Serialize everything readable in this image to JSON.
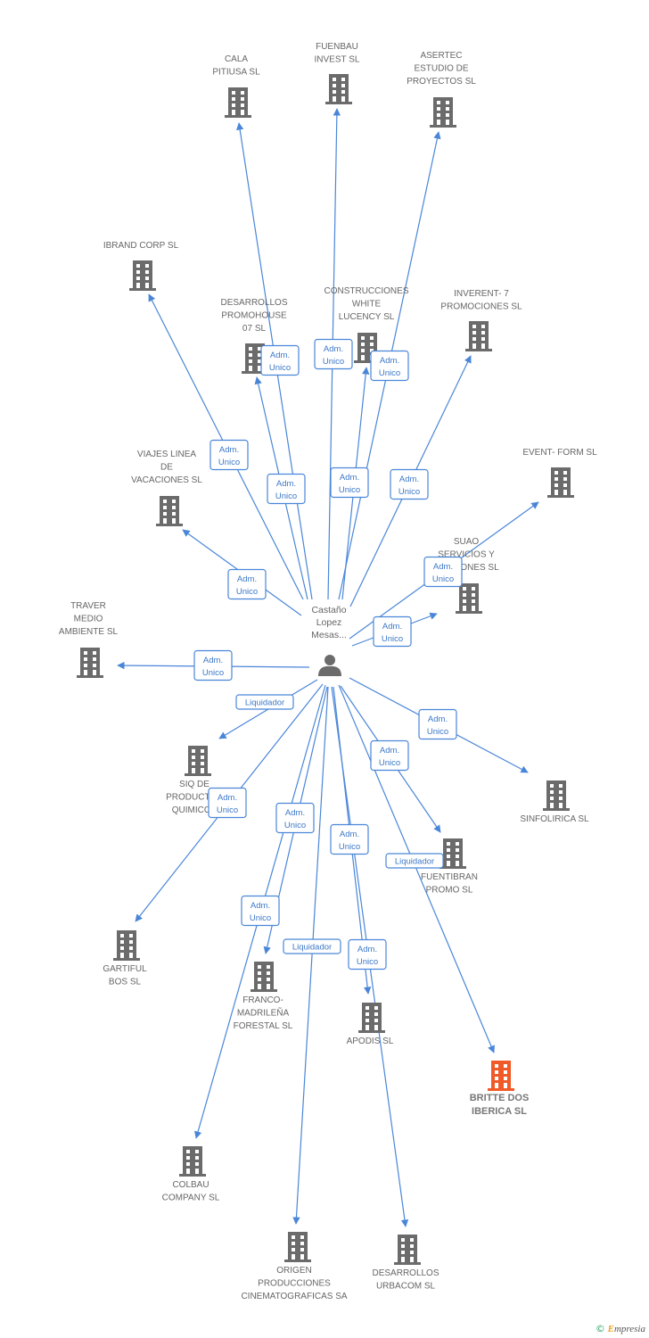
{
  "center": {
    "name_lines": [
      "Castaño",
      "Lopez",
      "Mesas..."
    ],
    "icon": "person-icon"
  },
  "companies": [
    {
      "id": "cala",
      "lines": [
        "CALA",
        "PITIUSA SL"
      ],
      "icon": "building-icon"
    },
    {
      "id": "fuenbau",
      "lines": [
        "FUENBAU",
        "INVEST SL"
      ],
      "icon": "building-icon"
    },
    {
      "id": "asertec",
      "lines": [
        "ASERTEC",
        "ESTUDIO DE",
        "PROYECTOS SL"
      ],
      "icon": "building-icon"
    },
    {
      "id": "ibrand",
      "lines": [
        "IBRAND CORP SL"
      ],
      "icon": "building-icon"
    },
    {
      "id": "promohouse",
      "lines": [
        "DESARROLLOS",
        "PROMOHOUSE",
        "07 SL"
      ],
      "icon": "building-icon"
    },
    {
      "id": "construcciones",
      "lines": [
        "CONSTRUCCIONES",
        "WHITE",
        "LUCENCY SL"
      ],
      "icon": "building-icon"
    },
    {
      "id": "inverent",
      "lines": [
        "INVERENT- 7",
        "PROMOCIONES SL"
      ],
      "icon": "building-icon"
    },
    {
      "id": "event",
      "lines": [
        "EVENT- FORM SL"
      ],
      "icon": "building-icon"
    },
    {
      "id": "viajes",
      "lines": [
        "VIAJES LINEA",
        "DE",
        "VACACIONES SL"
      ],
      "icon": "building-icon"
    },
    {
      "id": "suao",
      "lines": [
        "SUAO",
        "SERVICIOS Y",
        "GESTIONES SL"
      ],
      "icon": "building-icon"
    },
    {
      "id": "traver",
      "lines": [
        "TRAVER",
        "MEDIO",
        "AMBIENTE SL"
      ],
      "icon": "building-icon"
    },
    {
      "id": "siq",
      "lines": [
        "SIQ DE",
        "PRODUCTOS",
        "QUIMICOS"
      ],
      "icon": "building-icon"
    },
    {
      "id": "sinfolirica",
      "lines": [
        "SINFOLIRICA SL"
      ],
      "icon": "building-icon"
    },
    {
      "id": "fuentibran",
      "lines": [
        "FUENTIBRAN",
        "PROMO SL"
      ],
      "icon": "building-icon"
    },
    {
      "id": "gartiful",
      "lines": [
        "GARTIFUL",
        "BOS  SL"
      ],
      "icon": "building-icon"
    },
    {
      "id": "franco",
      "lines": [
        "FRANCO-",
        "MADRILEÑA",
        "FORESTAL SL"
      ],
      "icon": "building-icon"
    },
    {
      "id": "apodis",
      "lines": [
        "APODIS SL"
      ],
      "icon": "building-icon"
    },
    {
      "id": "britte",
      "lines": [
        "BRITTE DOS",
        "IBERICA SL"
      ],
      "icon": "building-icon",
      "highlight": true
    },
    {
      "id": "colbau",
      "lines": [
        "COLBAU",
        "COMPANY SL"
      ],
      "icon": "building-icon"
    },
    {
      "id": "origen",
      "lines": [
        "ORIGEN",
        "PRODUCCIONES",
        "CINEMATOGRAFICAS SA"
      ],
      "icon": "building-icon"
    },
    {
      "id": "urbacom",
      "lines": [
        "DESARROLLOS",
        "URBACOM SL"
      ],
      "icon": "building-icon"
    }
  ],
  "relations": [
    {
      "to": "cala",
      "role_lines": [
        "Adm.",
        "Unico"
      ]
    },
    {
      "to": "fuenbau",
      "role_lines": [
        "Adm.",
        "Unico"
      ]
    },
    {
      "to": "asertec",
      "role_lines": [
        "Adm.",
        "Unico"
      ]
    },
    {
      "to": "ibrand",
      "role_lines": [
        "Adm.",
        "Unico"
      ]
    },
    {
      "to": "promohouse",
      "role_lines": [
        "Adm.",
        "Unico"
      ]
    },
    {
      "to": "construcciones",
      "role_lines": [
        "Adm.",
        "Unico"
      ]
    },
    {
      "to": "inverent",
      "role_lines": [
        "Adm.",
        "Unico"
      ]
    },
    {
      "to": "event",
      "role_lines": [
        "Adm.",
        "Unico"
      ]
    },
    {
      "to": "viajes",
      "role_lines": [
        "Adm.",
        "Unico"
      ]
    },
    {
      "to": "suao",
      "role_lines": [
        "Adm.",
        "Unico"
      ]
    },
    {
      "to": "traver",
      "role_lines": [
        "Adm.",
        "Unico"
      ]
    },
    {
      "to": "siq",
      "role_lines": [
        "Liquidador"
      ]
    },
    {
      "to": "sinfolirica",
      "role_lines": [
        "Adm.",
        "Unico"
      ]
    },
    {
      "to": "fuentibran",
      "role_lines": [
        "Adm.",
        "Unico"
      ]
    },
    {
      "to": "gartiful",
      "role_lines": [
        "Adm.",
        "Unico"
      ]
    },
    {
      "to": "franco",
      "role_lines": [
        "Adm.",
        "Unico"
      ]
    },
    {
      "to": "apodis",
      "role_lines": [
        "Adm.",
        "Unico"
      ]
    },
    {
      "to": "britte",
      "role_lines": [
        "Liquidador"
      ]
    },
    {
      "to": "colbau",
      "role_lines": [
        "Adm.",
        "Unico"
      ]
    },
    {
      "to": "origen",
      "role_lines": [
        "Liquidador"
      ]
    },
    {
      "to": "urbacom",
      "role_lines": [
        "Adm.",
        "Unico"
      ]
    }
  ],
  "colors": {
    "edge": "#4a86d8",
    "building": "#6b6b6b",
    "building_highlight": "#f05a28",
    "person": "#6b6b6b"
  },
  "footer": {
    "copyright_symbol": "©",
    "brand_initial": "E",
    "brand_rest": "mpresia"
  }
}
